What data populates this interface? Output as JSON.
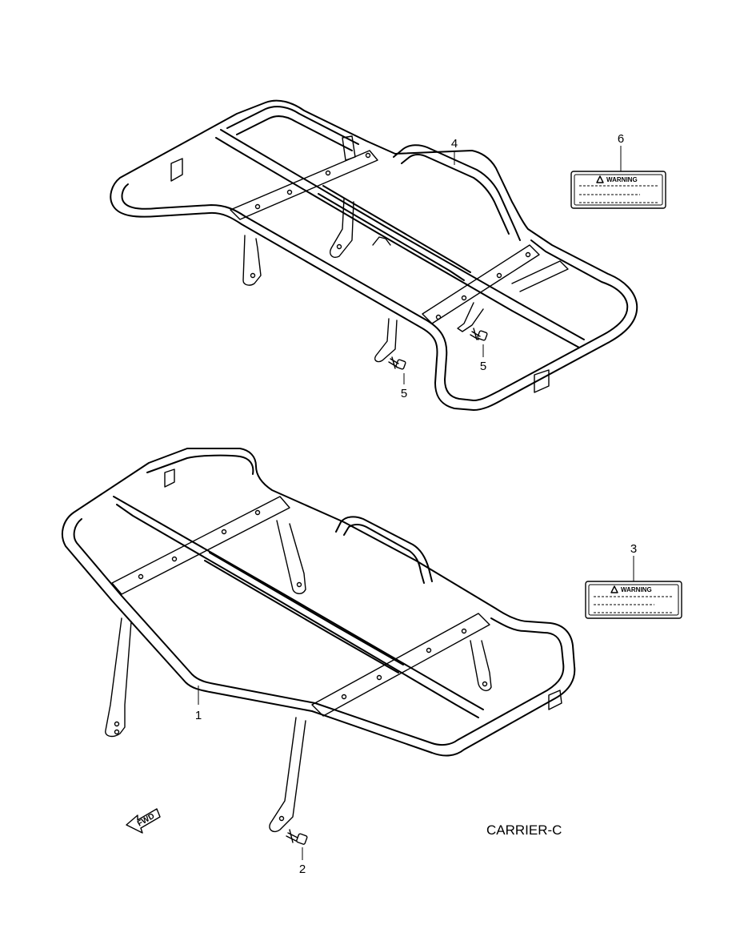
{
  "diagram": {
    "title": "CARRIER-C",
    "fwd_label": "FWD",
    "callouts": {
      "part_1": "1",
      "part_2": "2",
      "part_3": "3",
      "part_4": "4",
      "part_5a": "5",
      "part_5b": "5",
      "part_6": "6"
    },
    "labels": {
      "label_3_heading": "WARNING",
      "label_6_heading": "WARNING"
    }
  }
}
